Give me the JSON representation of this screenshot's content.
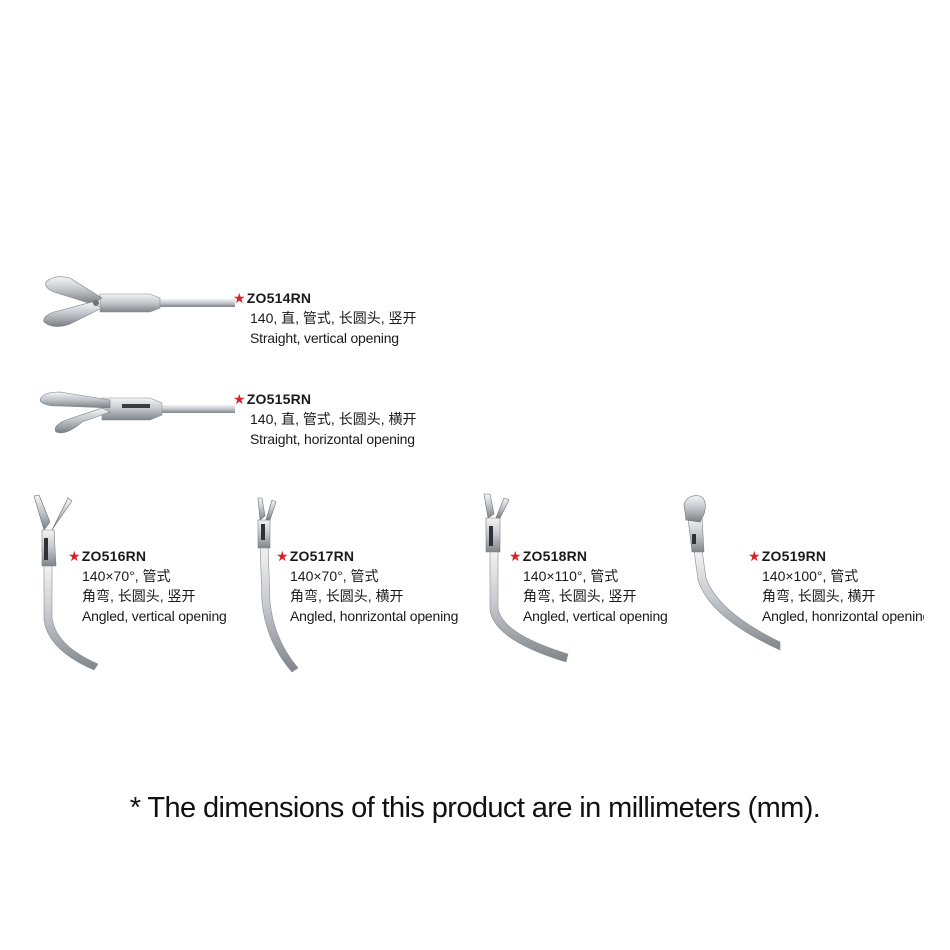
{
  "products": [
    {
      "code": "ZO514RN",
      "spec": "140, 直, 管式, 长圆头, 竖开",
      "description": "Straight, vertical opening"
    },
    {
      "code": "ZO515RN",
      "spec": "140, 直, 管式, 长圆头, 横开",
      "description": "Straight, horizontal opening"
    },
    {
      "code": "ZO516RN",
      "spec": "140×70°, 管式",
      "spec2": "角弯, 长圆头, 竖开",
      "description": "Angled, vertical opening"
    },
    {
      "code": "ZO517RN",
      "spec": "140×70°, 管式",
      "spec2": "角弯, 长圆头, 横开",
      "description": "Angled, honrizontal opening"
    },
    {
      "code": "ZO518RN",
      "spec": "140×110°, 管式",
      "spec2": "角弯, 长圆头, 竖开",
      "description": "Angled, vertical opening"
    },
    {
      "code": "ZO519RN",
      "spec": "140×100°, 管式",
      "spec2": "角弯, 长圆头, 横开",
      "description": "Angled, honrizontal opening"
    }
  ],
  "star_symbol": "★",
  "colors": {
    "star": "#d8232a",
    "metal_light": "#e6e8ea",
    "metal_mid": "#b9bdc1",
    "metal_dark": "#7d8186"
  },
  "footnote": "* The dimensions of this product are in millimeters (mm)."
}
